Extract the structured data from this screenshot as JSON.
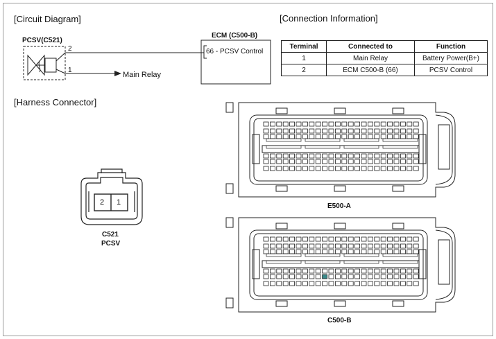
{
  "headings": {
    "circuit": "[Circuit Diagram]",
    "connection": "[Connection Information]",
    "harness": "[Harness Connector]"
  },
  "circuit": {
    "component": "PCSV(C521)",
    "ecm_title": "ECM (C500-B)",
    "ecm_pin": "66 - PCSV Control",
    "wire_2": "2",
    "wire_1": "1",
    "main_relay": "Main Relay"
  },
  "connection_table": {
    "headers": [
      "Terminal",
      "Connected to",
      "Function"
    ],
    "rows": [
      [
        "1",
        "Main Relay",
        "Battery Power(B+)"
      ],
      [
        "2",
        "ECM C500-B (66)",
        "PCSV Control"
      ]
    ]
  },
  "harness": {
    "pcsv_pins": [
      "2",
      "1"
    ],
    "pcsv_code": "C521",
    "pcsv_name": "PCSV",
    "connector_a": "E500-A",
    "connector_b": "C500-B"
  },
  "colors": {
    "line": "#222222",
    "frame": "#9a9a9a",
    "pin_highlight": "#3a8a8a"
  }
}
